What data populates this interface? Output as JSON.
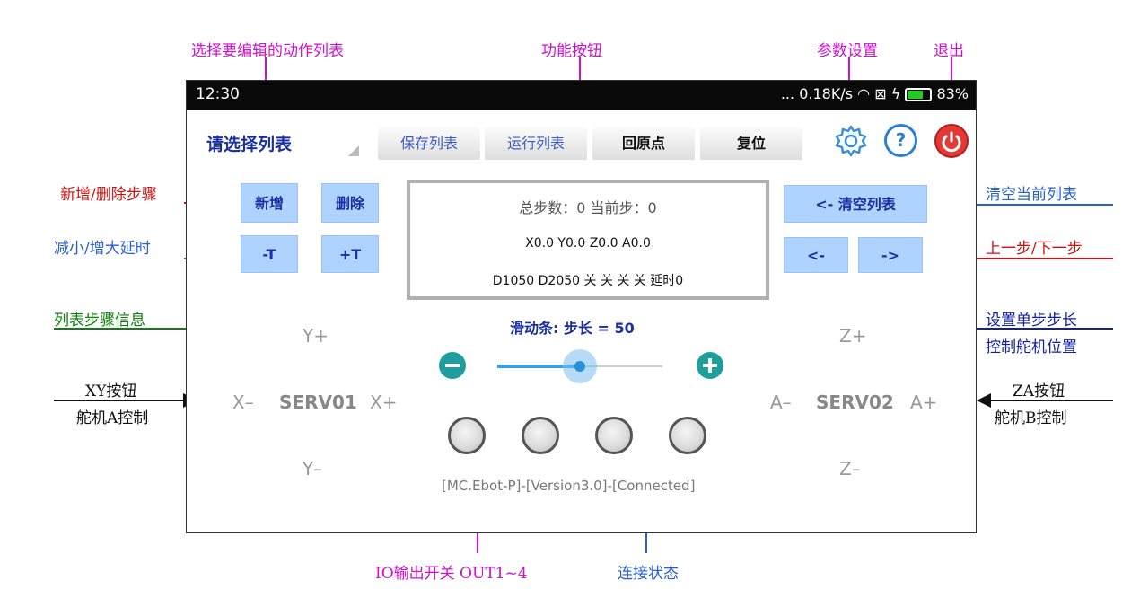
{
  "annotations": {
    "select_list": "选择要编辑的动作列表",
    "function_buttons": "功能按钮",
    "param_settings": "参数设置",
    "exit": "退出",
    "add_delete_step": "新增/删除步骤",
    "dec_inc_delay": "减小/增大延时",
    "list_step_info": "列表步骤信息",
    "xy_buttons": "XY按钮",
    "servo_a_control": "舵机A控制",
    "clear_list": "清空当前列表",
    "prev_next_step": "上一步/下一步",
    "set_step_size": "设置单步步长",
    "control_servo_pos": "控制舵机位置",
    "za_buttons": "ZA按钮",
    "servo_b_control": "舵机B控制",
    "io_output": "IO输出开关 OUT1~4",
    "connection_status": "连接状态"
  },
  "status_bar": {
    "time": "12:30",
    "right": "... 0.18K/s",
    "battery_text": "83%",
    "battery_level": 0.83
  },
  "toolbar": {
    "list_select": "请选择列表",
    "save_list": "保存列表",
    "run_list": "运行列表",
    "home": "回原点",
    "reset": "复位",
    "help_icon_char": "?"
  },
  "steps": {
    "add": "新增",
    "delete": "删除",
    "dec_delay": "-T",
    "inc_delay": "+T",
    "clear_list": "<- 清空列表",
    "prev": "<-",
    "next": "->"
  },
  "info": {
    "line1": "总步数：0 当前步：0",
    "line2": "X0.0 Y0.0 Z0.0 A0.0",
    "line3": "D1050 D2050 关 关 关 关 延时0"
  },
  "slider": {
    "title": "滑动条: 步长 = 50",
    "value_fraction": 0.5
  },
  "joystick_a": {
    "center": "SERV01",
    "up": "Y+",
    "down": "Y–",
    "left": "X–",
    "right": "X+"
  },
  "joystick_b": {
    "center": "SERV02",
    "up": "Z+",
    "down": "Z–",
    "left": "A–",
    "right": "A+"
  },
  "connection": "[MC.Ebot-P]-[Version3.0]-[Connected]",
  "colors": {
    "annotation_magenta": "#d10ed1",
    "annotation_red": "#d01010",
    "annotation_blue": "#2a5fd0",
    "annotation_green": "#0f7f0f",
    "button_blue": "#aed3ff",
    "power_red": "#e53935"
  }
}
